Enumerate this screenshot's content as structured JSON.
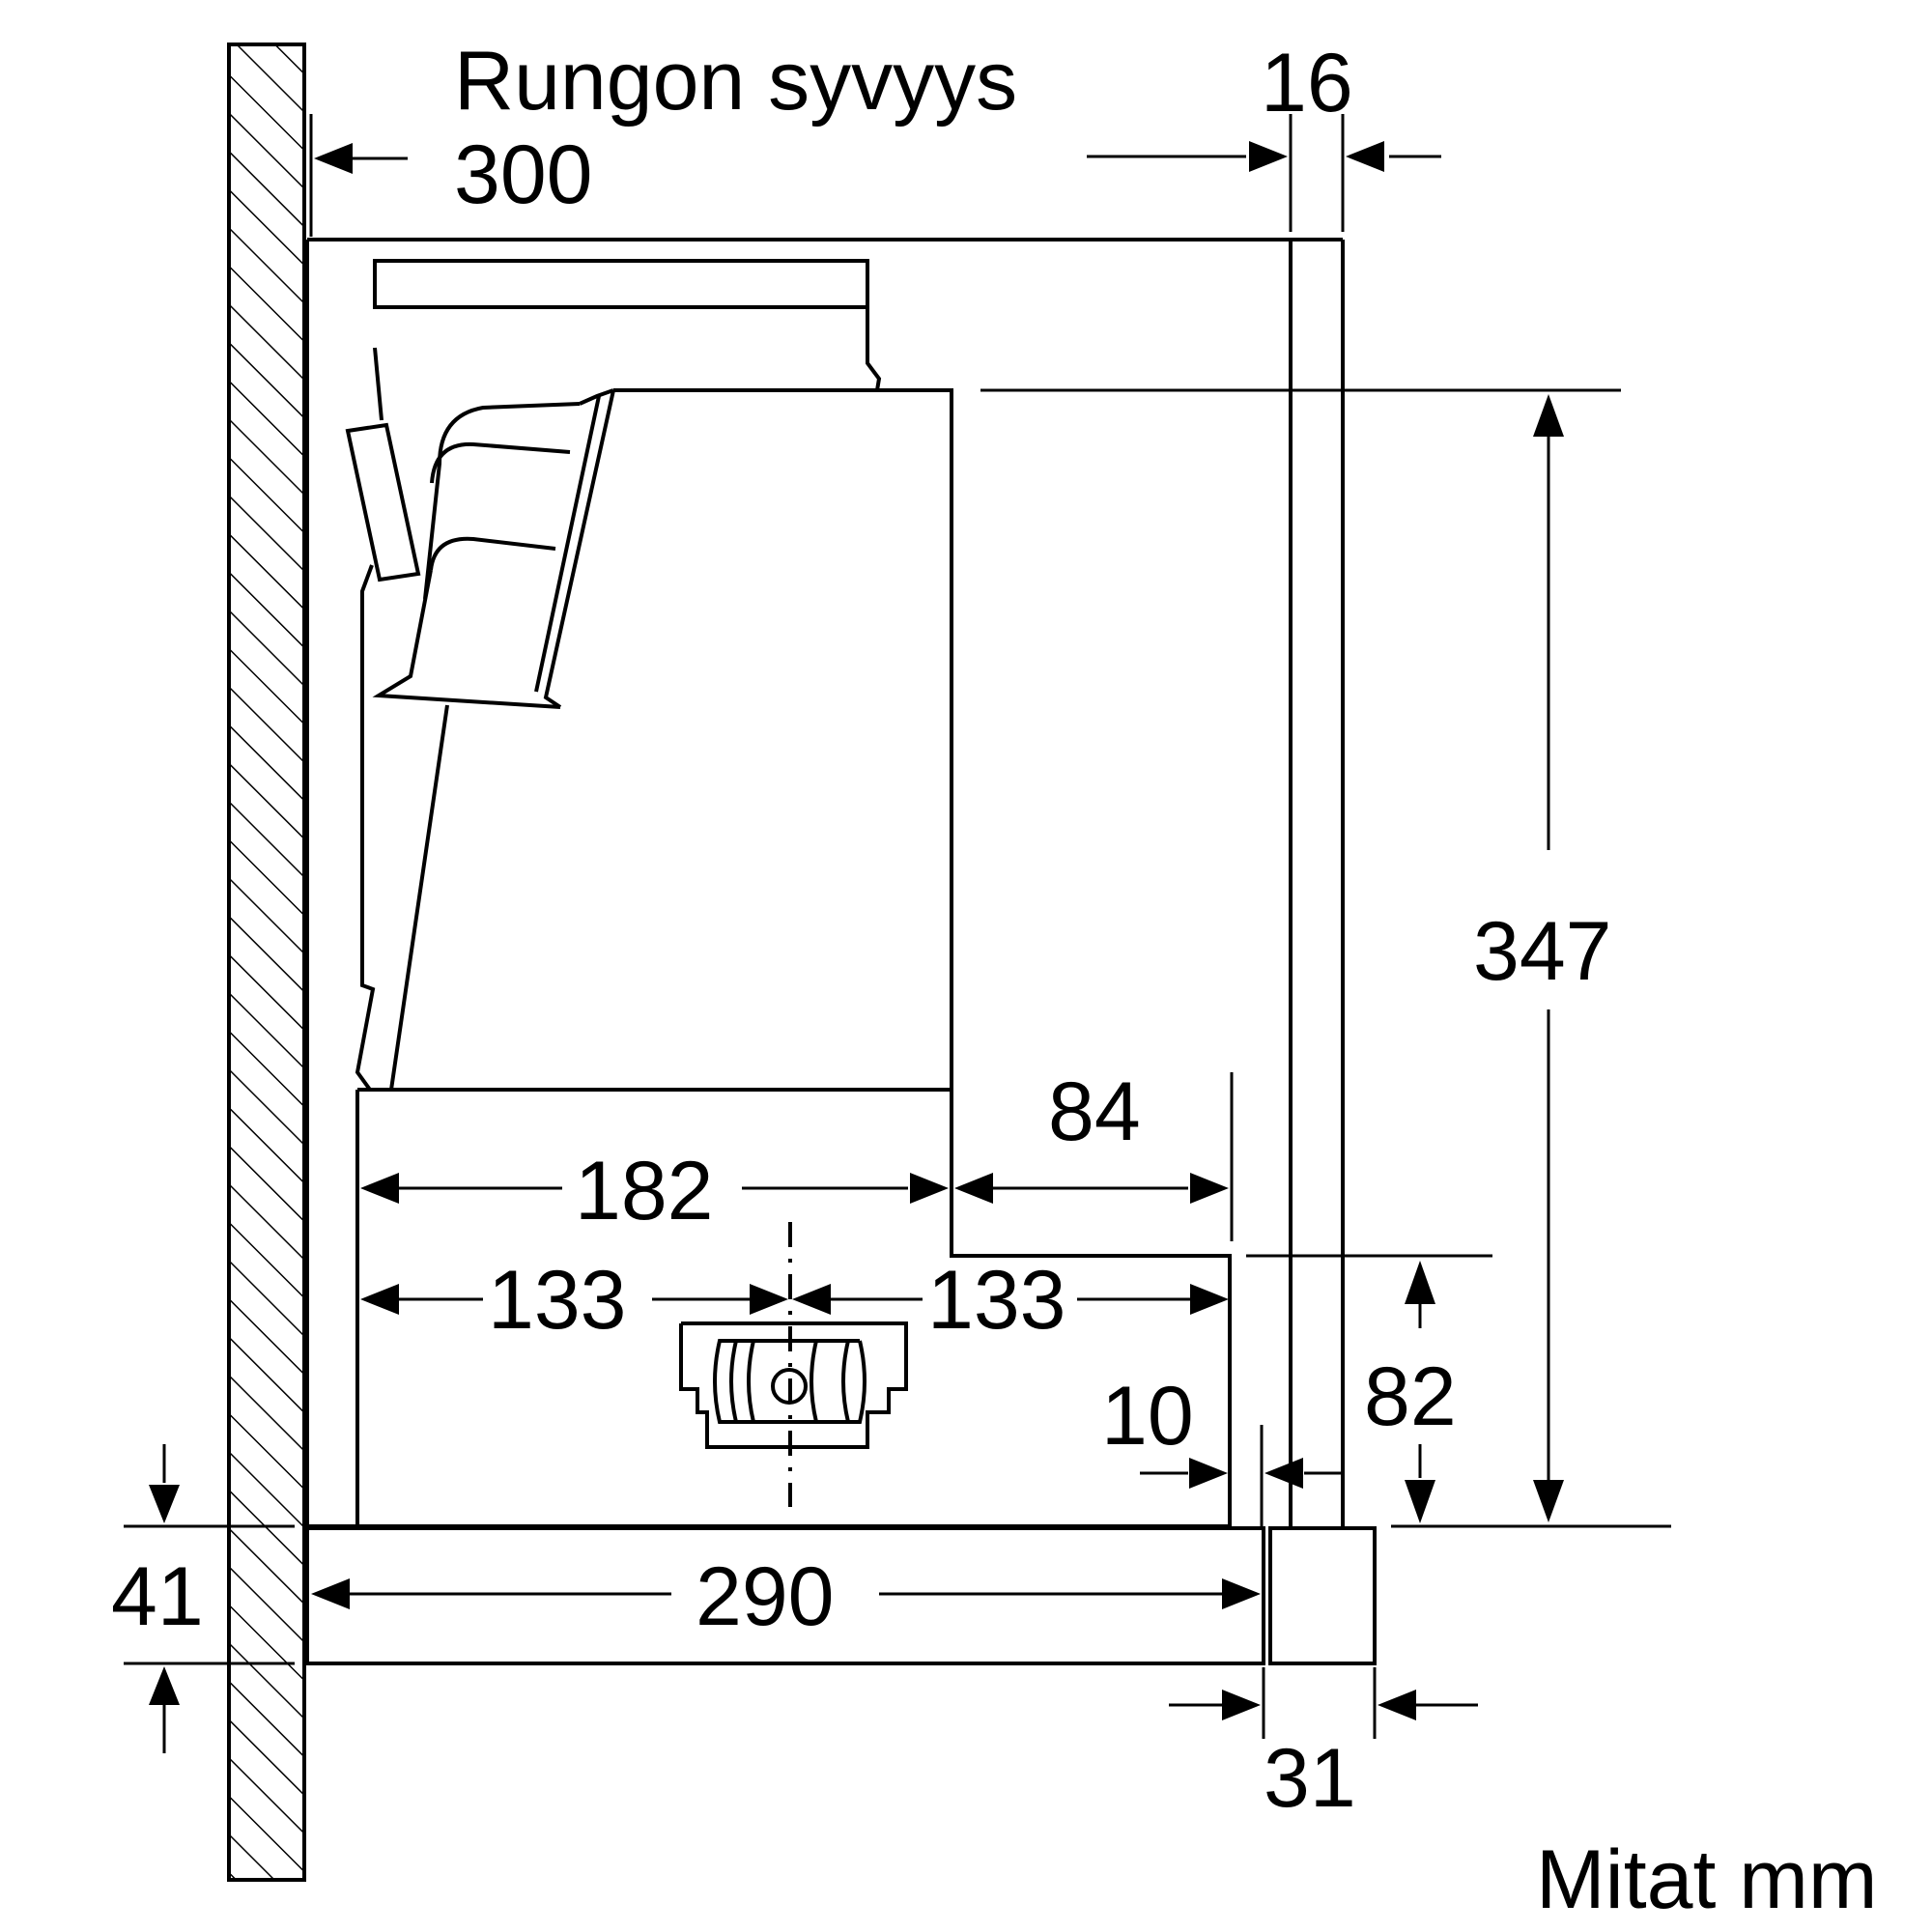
{
  "labels": {
    "frame_depth_title": "Rungon syvyys",
    "frame_depth_value": "300",
    "dim_16": "16",
    "dim_347": "347",
    "dim_84": "84",
    "dim_182": "182",
    "dim_133_left": "133",
    "dim_133_right": "133",
    "dim_82": "82",
    "dim_10": "10",
    "dim_41": "41",
    "dim_290": "290",
    "dim_31": "31",
    "units_note": "Mitat mm"
  }
}
